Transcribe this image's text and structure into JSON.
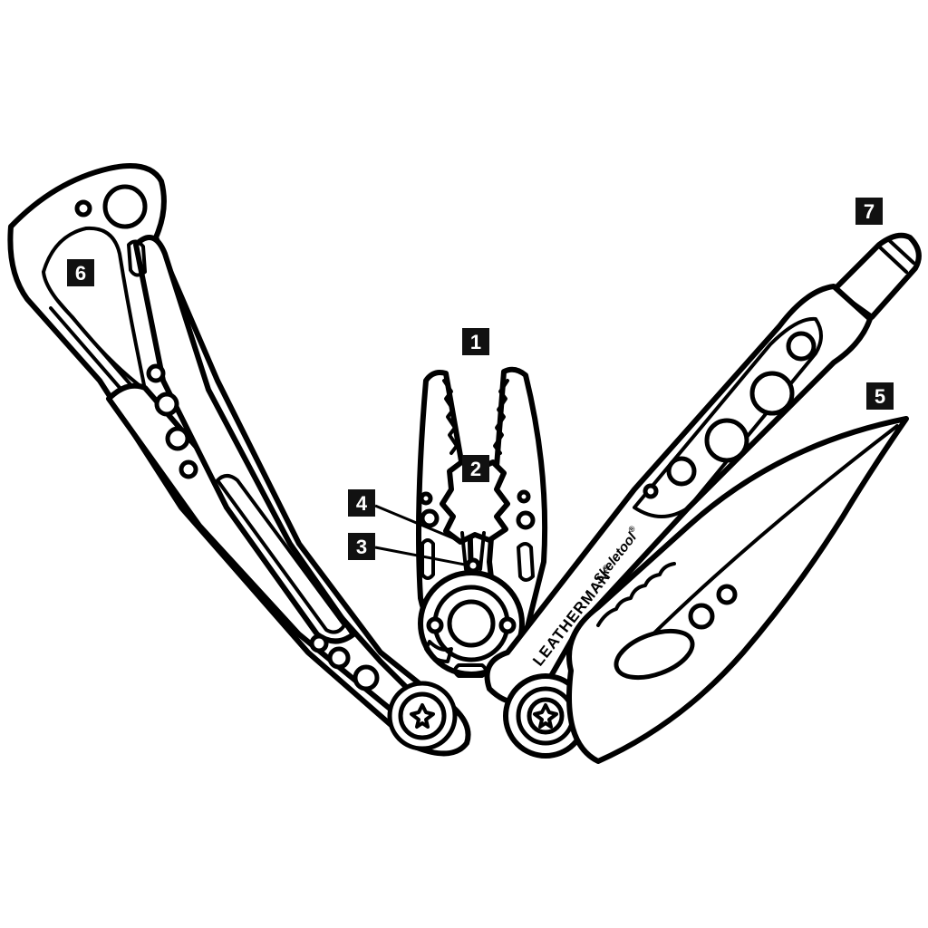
{
  "callouts": [
    {
      "id": "1",
      "label": "1"
    },
    {
      "id": "2",
      "label": "2"
    },
    {
      "id": "3",
      "label": "3"
    },
    {
      "id": "4",
      "label": "4"
    },
    {
      "id": "5",
      "label": "5"
    },
    {
      "id": "6",
      "label": "6"
    },
    {
      "id": "7",
      "label": "7"
    }
  ],
  "branding": {
    "brand": "LEATHERMAN",
    "model": "Skeletool",
    "registered_mark": "®"
  },
  "colors": {
    "line": "#000000",
    "fill": "#ffffff",
    "badge": "#111111"
  }
}
